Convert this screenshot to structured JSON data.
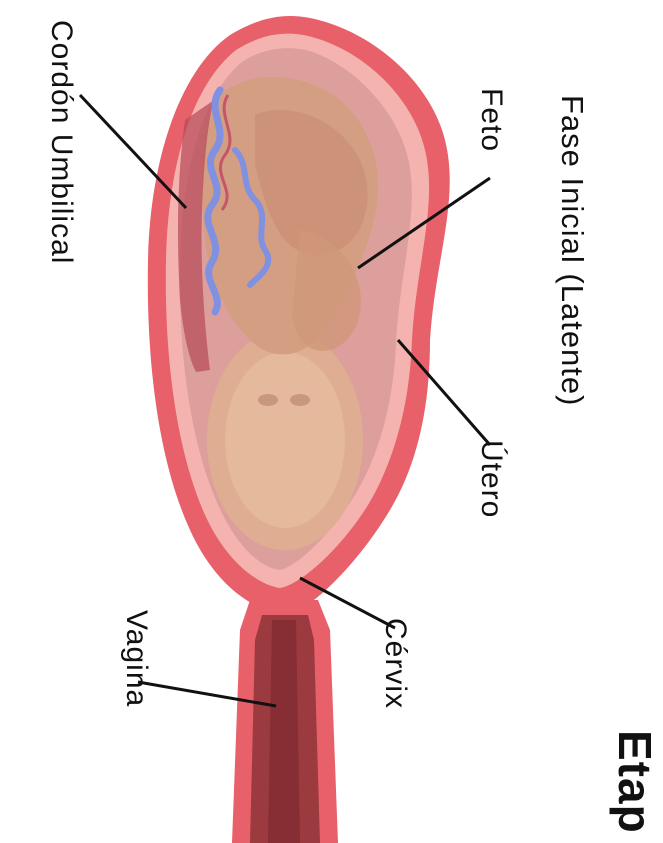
{
  "title": "Etap",
  "subtitle": "Fase Inicial (Latente)",
  "labels": {
    "umbilical_cord": "Cordón Umbilical",
    "fetus": "Feto",
    "uterus": "Útero",
    "cervix": "Cérvix",
    "vagina": "Vagina"
  },
  "colors": {
    "uterus_wall": "#e8606a",
    "uterus_inner": "#f3a7a4",
    "amniotic": "#dc9d99",
    "fetus_skin": "#d9a78b",
    "vagina": "#8f2f35",
    "cord_blue": "#7f91e0",
    "cord_red": "#b74855"
  }
}
